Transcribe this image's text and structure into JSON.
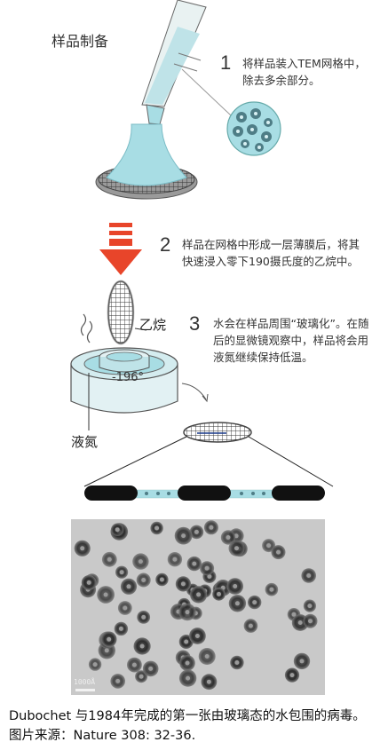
{
  "title": "样品制备",
  "steps": [
    {
      "number": "1",
      "text": "将样品装入TEM网格中，除去多余部分。"
    },
    {
      "number": "2",
      "text": "样品在网格中形成一层薄膜后，将其快速浸入零下190摄氏度的乙烷中。"
    },
    {
      "number": "3",
      "text": "水会在样品周围“玻璃化”。在随后的显微镜观察中，样品将会用液氮继续保持低温。"
    }
  ],
  "labels": {
    "ethane": "乙烷",
    "liquid_nitrogen": "液氮",
    "temperature": "-196°",
    "scale_bar": "1000Å"
  },
  "caption": "Dubochet 与1984年完成的第一张由玻璃态的水包围的病毒。图片来源：Nature 308: 32-36.",
  "colors": {
    "water": "#a8dde4",
    "arrow": "#e8452a",
    "dark": "#222222",
    "micrograph_bg": "#c9c9c9"
  }
}
